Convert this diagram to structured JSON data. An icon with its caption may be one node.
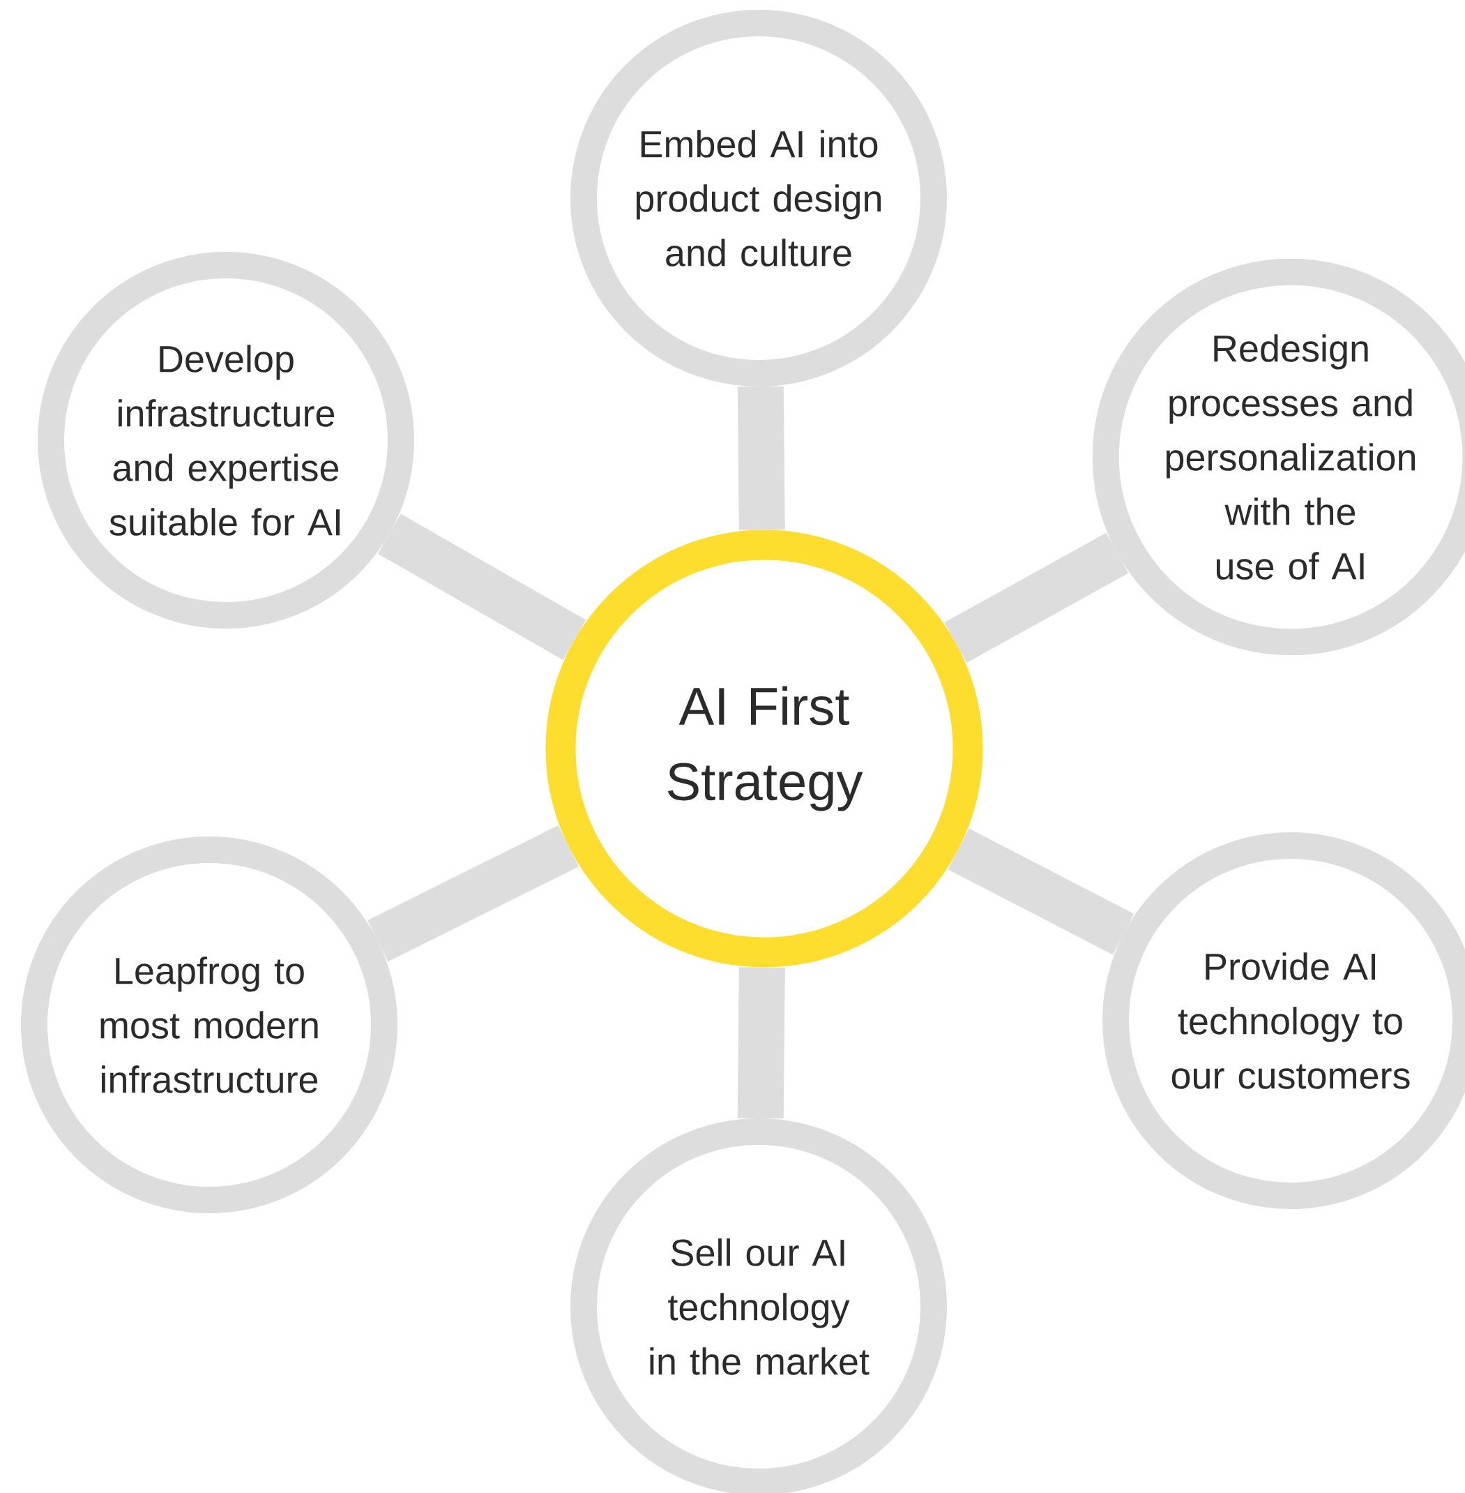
{
  "diagram": {
    "nodes": [
      {
        "text": [
          "Embed AI into product design and culture"
        ]
      },
      {
        "text": [
          "Develop infrastructure and expertise suitable for AI"
        ]
      },
      {
        "text": [
          "Redesign processes and personalization with the use of AI"
        ]
      },
      {
        "text": [
          "AI First Strategy"
        ]
      },
      {
        "text": [
          "Leapfrog to most modern infrastructure"
        ]
      },
      {
        "text": [
          "Provide AI technology to our customers"
        ]
      },
      {
        "text": [
          "Sell our AI technology in the market"
        ]
      }
    ],
    "edges": [
      {
        "from": 3,
        "to": 0,
        "arrow": "none"
      },
      {
        "from": 3,
        "to": 1,
        "arrow": "none"
      },
      {
        "from": 3,
        "to": 2,
        "arrow": "none"
      },
      {
        "from": 3,
        "to": 4,
        "arrow": "none"
      },
      {
        "from": 3,
        "to": 5,
        "arrow": "none"
      },
      {
        "from": 3,
        "to": 6,
        "arrow": "none"
      }
    ]
  }
}
